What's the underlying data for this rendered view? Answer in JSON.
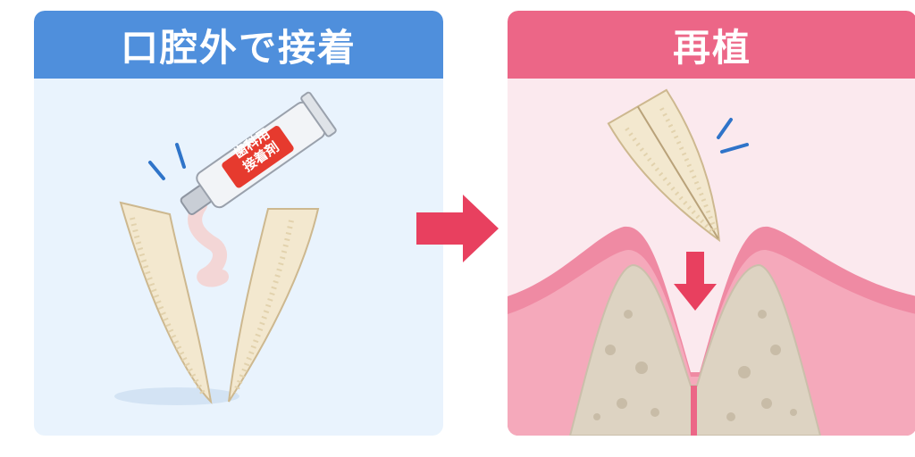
{
  "left_panel": {
    "title": "口腔外で接着",
    "tube_label_line1": "歯科用",
    "tube_label_line2": "接着剤"
  },
  "right_panel": {
    "title": "再植"
  },
  "colors": {
    "left_header": "#4f8fdc",
    "left_background": "#e9f3fd",
    "right_header": "#ec6687",
    "right_background": "#fbe9ee",
    "arrow": "#e8405f",
    "tooth": "#f3e8cf",
    "gum": "#ef8aa3",
    "bone": "#ddd3c2",
    "tube_label": "#e63a2e"
  },
  "icons": [
    "adhesive-tube-icon",
    "fractured-tooth-icon",
    "arrow-right-icon",
    "arrow-down-icon",
    "gum-bone-icon"
  ]
}
